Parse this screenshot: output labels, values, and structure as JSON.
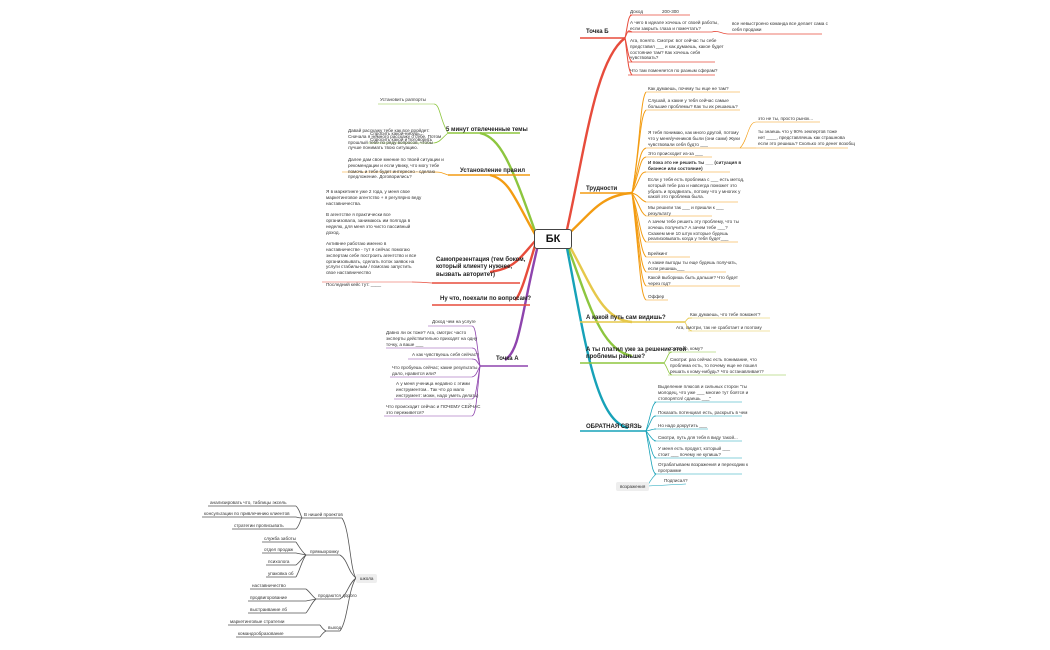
{
  "root": "БК",
  "colors": {
    "red": "#e74c3c",
    "orange": "#f39c12",
    "yellow": "#e6c84a",
    "green": "#8dc63f",
    "purple": "#8e44ad",
    "blue": "#3498db",
    "teal": "#17a2b8",
    "gray": "#555555"
  },
  "tochka_b": {
    "title": "Точка Б",
    "dokhod_label": "Доход",
    "dokhod_value": "200-300",
    "q1": "А чего в идеале хочешь от своей работы,\nесли закрыть глаза и помечтать?",
    "q1_sub": "все невыстроено команда все делает сама с\nсебя продажи",
    "q2": "Ага, понято. Смотри: вот сейчас ты себе\nпредставил ___ и как думаешь, какое будет\nсостояние там? Как хочешь себя\nчувствовать?",
    "q3": "Что там поменяется по разным сферам?"
  },
  "trudnosti": {
    "title": "Трудности",
    "i1": "Как думаешь, почему ты еще не там?",
    "i2": "Слушай, а какие у тебя сейчас самые\nбольшие проблемы? Как ты их решаешь?",
    "i3": "Я тебя понимаю, как много другой, потому\nчто у меня/учеников были (они сами) Жуки\nчувствовали себя будто ___",
    "i3_sub1": "это не ты, просто рынок...",
    "i3_sub2": "ты знаешь что у 90% эекпертов тоже\nнет ____, представляешь как страшнова\nесли это решишь? Сколько это денег возобщ",
    "i4": "Это происходит из-за ___",
    "i5": "И пока это не решить ты ___ (ситуация в\nбизнесе или состояние)",
    "i6": "Если у тебя есть проблема с ___ есть метод,\nкоторый тебе раз и навсегда поможет это\nубрать и продвигать, потому что у многих у\nкакой это проблема была.",
    "i7": "Мы решили так ___ и пришли к ___\nрезультату",
    "i8": "А зачем тебе решить эту проблему, что ты\nхочешь получить? А зачем тебе ___?\nСкажем мне 10 штук которые будешь\nреализовывать когда у тебя будет___",
    "i9": "Брейкинг",
    "i10": "А какие выгоды ты еще будешь получать,\nесли решишь___",
    "i11": "Какой выборишь быть дальше? Что будет\nчерез год?",
    "i12": "Оффер"
  },
  "put": {
    "title": "А какой путь сам видишь?",
    "i1": "Как думаешь, что тебе поможет?",
    "i2": "Ага, смотри, так не сработает и поэтому"
  },
  "platil": {
    "title": "А ты платил уже за решение этой\nпроблемы раньше?",
    "i1": "Сколько, кому?",
    "i2": "Смотри: раз сейчас есть понимание, что\nпроблема есть, то почему еще не пошел\nрешать к кому-нибудь? Что останавливает?"
  },
  "obratnaya": {
    "title": "ОБРАТНАЯ СВЯЗЬ",
    "i1": "Выделение плюсов и сильных сторон \"ты\nмолодец, что уже ___ многие тут боятся и\nстопорятся/ сдаешь ___\"",
    "i2": "Показать потенциал есть, раскрыть в чем",
    "i3": "Но надо докрутить ___",
    "i4": "Смотри, путь для тебя в виду такой...",
    "i5": "У меня есть продукт, который ___\nстоит ___ почему не купишь?",
    "i6": "Отрабатываем возражения и переходим к\nпрограмме",
    "i7": "Подписал?",
    "tag": "возражения"
  },
  "five_min": {
    "title": "5 минут отвлеченные темы",
    "i1": "Установить раппорты",
    "i2": "Спросить какой-нибудь...\nСпросить какой и поговорить"
  },
  "ustanovlenie": {
    "title": "Установление правил",
    "text": "Давай расскажу тебе как все пройдет:\nСначала я немного расскажу о себе. Потом\nпрошлый тебе по ряду вопросов, чтобы\nлучше понимать твою ситуацию.\n\nДалее дам свое мнение по твоей ситуации и\nрекомендации и если увижу, что могу тебе\nпомочь и тебе будет интересно - сделаю\nпредложение. Договорились?"
  },
  "samoprez": {
    "title": "Самопрезентация (тем боком,\nкоторый клиенту нужнее,\nвызвать авторитет)",
    "text": "Я в маркетинге уже 2 года, у меня свое\nмаркетинговое агентство + я регулярно веду\nнаставничества.\n\nВ агентстве я практически все\nорганизовала, занимаюсь им полгода в\nнеделю, для меня это чисто пассивный\nдоход.\n\nАктивнее работаю именно в\nнаставничестве - тут я сейчас помогаю\nэкспертам себе построить агентство и все\nорганизовывать, сделать поток заявок на\nуслуги стабильным / помогаю запустить\nсвое наставничество\n\nПоследний кейс тут: ____"
  },
  "nu_chto": {
    "title": "Ну что, поехали по вопросам?"
  },
  "tochka_a": {
    "title": "Точка А",
    "i1": "Доход чем на услуге",
    "i2": "Давно ли ок тоже? Ага, смотри: часто\nэксперты действительно приходят на одну\nточку, а ваше ___",
    "i3": "А как чувствуешь себя сейчас?",
    "i4": "Что пробуешь сейчас; какие результаты\nдало, нравится или?",
    "i5": "А у меня ученица недавно с этими\nинструментом.. Так что до мало\nинструмент: можн, надо уметь делать)",
    "i6": "Что происходит сейчас и ПОЧЕМУ СЕЙЧАС\nэто переживется?"
  },
  "bottom": {
    "hub": "школа",
    "g1": "В нишей проектов",
    "g1_items": [
      "анализировать что, таблицы эксель",
      "консультации по привлечению клиентов",
      "стратегии прописывать"
    ],
    "g2": "прямыхромку",
    "g2_items": [
      "служба заботы",
      "отдел продаж",
      "психолога",
      "упаковка об"
    ],
    "g3": "продаются дорого",
    "g3_items": [
      "наставничество",
      "продвигорование",
      "выстраивание лб"
    ],
    "g4": "выход",
    "g4_items": [
      "маркетинговые стратегии",
      "командообразование"
    ]
  }
}
